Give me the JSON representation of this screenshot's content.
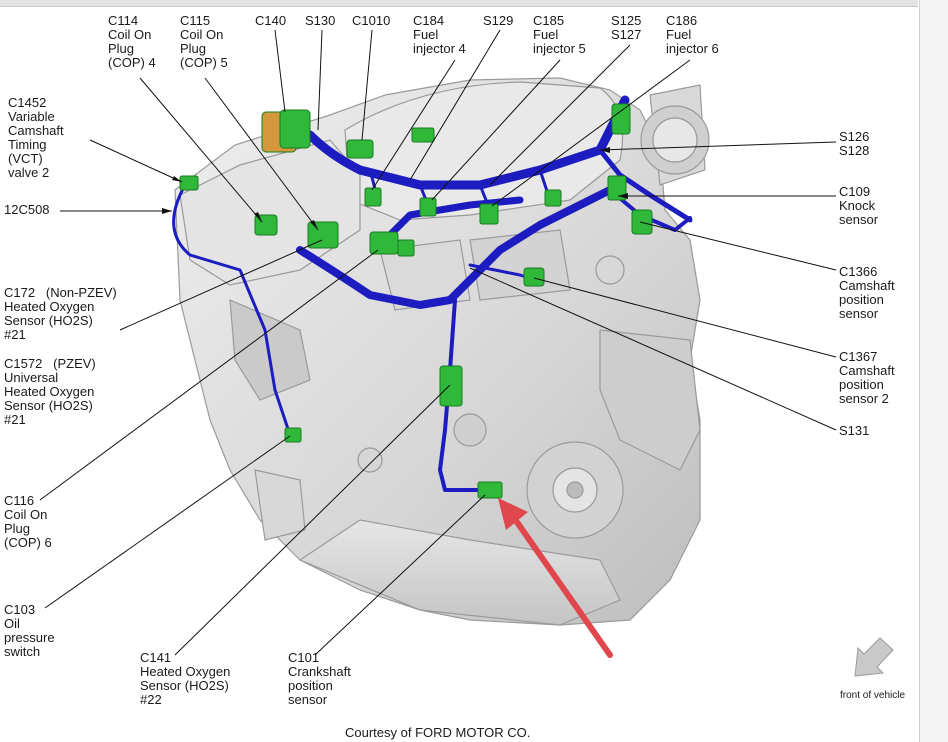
{
  "labels": {
    "c114": "C114\nCoil On\nPlug\n(COP) 4",
    "c115": "C115\nCoil On\nPlug\n(COP) 5",
    "c140": "C140",
    "s130": "S130",
    "c1010": "C1010",
    "c184": "C184\nFuel\ninjector 4",
    "s129": "S129",
    "c185": "C185\nFuel\ninjector 5",
    "s125": "S125\nS127",
    "c186": "C186\nFuel\ninjector 6",
    "c1452": "C1452\nVariable\nCamshaft\nTiming\n(VCT)\nvalve 2",
    "c12508": "12C508",
    "c172": "C172   (Non-PZEV)\nHeated Oxygen\nSensor (HO2S)\n#21",
    "c1572": "C1572   (PZEV)\nUniversal\nHeated Oxygen\nSensor (HO2S)\n#21",
    "c116": "C116\nCoil On\nPlug\n(COP) 6",
    "c103": "C103\nOil\npressure\nswitch",
    "c141": "C141\nHeated Oxygen\nSensor (HO2S)\n#22",
    "c101": "C101\nCrankshaft\nposition\nsensor",
    "s126": "S126\nS128",
    "c109": "C109\nKnock\nsensor",
    "c1366": "C1366\nCamshaft\nposition\nsensor",
    "c1367": "C1367\nCamshaft\nposition\nsensor 2",
    "s131": "S131",
    "front": "front of vehicle",
    "credit": "Courtesy of FORD MOTOR CO."
  },
  "colors": {
    "harness": "#1c1cc0",
    "connector": "#2fb83a",
    "arrow": "#e0474c",
    "engine": "#dcdcdc",
    "engine_shade": "#b9b9b9",
    "leader": "#111111"
  },
  "icons": {
    "front_arrow": "arrow-down-left-icon"
  }
}
